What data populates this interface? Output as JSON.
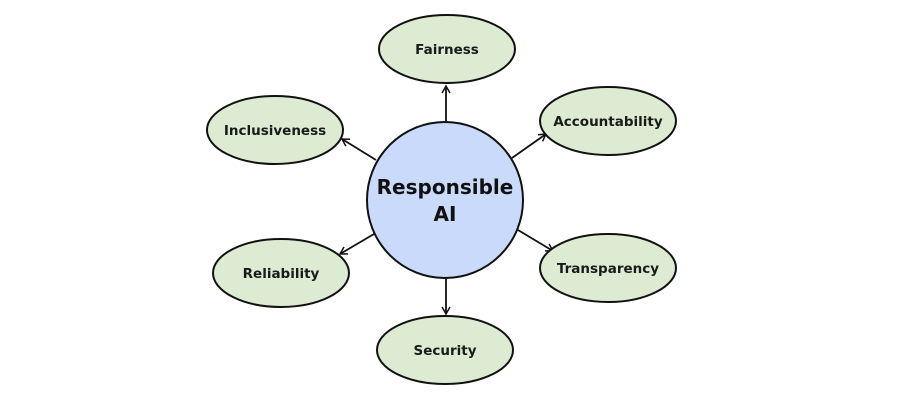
{
  "diagram": {
    "hub": {
      "line1": "Responsible",
      "line2": "AI",
      "fill": "#c9dafb"
    },
    "node_fill": "#dcebd2",
    "stroke_color": "#111111",
    "nodes": [
      {
        "label": "Fairness"
      },
      {
        "label": "Accountability"
      },
      {
        "label": "Transparency"
      },
      {
        "label": "Security"
      },
      {
        "label": "Reliability"
      },
      {
        "label": "Inclusiveness"
      }
    ]
  }
}
